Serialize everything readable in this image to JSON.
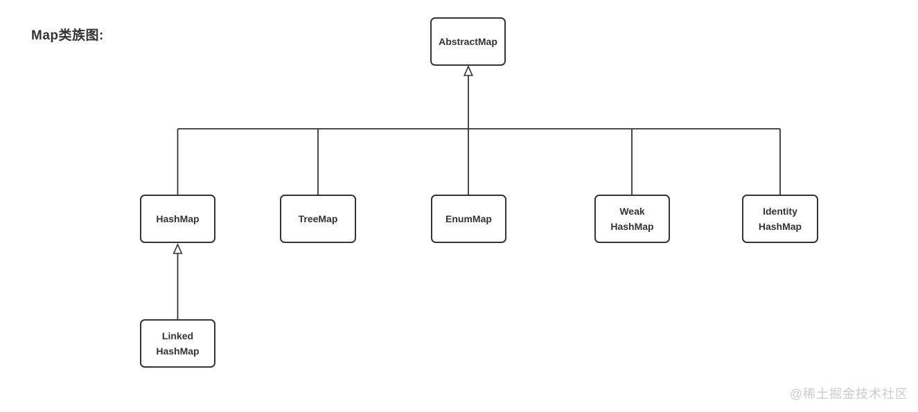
{
  "title": "Map类族图:",
  "watermark": "@稀土掘金技术社区",
  "colors": {
    "line": "#333333",
    "node_border": "#333333",
    "node_fill": "#ffffff",
    "text": "#333333",
    "watermark": "#cccccc",
    "background": "#ffffff"
  },
  "nodes": {
    "abstract_map": {
      "label": "AbstractMap"
    },
    "hash_map": {
      "label": "HashMap"
    },
    "tree_map": {
      "label": "TreeMap"
    },
    "enum_map": {
      "label": "EnumMap"
    },
    "weak_hash_map": {
      "label": "Weak\nHashMap"
    },
    "identity_hash_map": {
      "label": "Identity\nHashMap"
    },
    "linked_hash_map": {
      "label": "Linked\nHashMap"
    }
  },
  "edges": [
    {
      "from": "HashMap",
      "to": "AbstractMap",
      "type": "generalization"
    },
    {
      "from": "TreeMap",
      "to": "AbstractMap",
      "type": "generalization"
    },
    {
      "from": "EnumMap",
      "to": "AbstractMap",
      "type": "generalization"
    },
    {
      "from": "Weak HashMap",
      "to": "AbstractMap",
      "type": "generalization"
    },
    {
      "from": "Identity HashMap",
      "to": "AbstractMap",
      "type": "generalization"
    },
    {
      "from": "Linked HashMap",
      "to": "HashMap",
      "type": "generalization"
    }
  ]
}
